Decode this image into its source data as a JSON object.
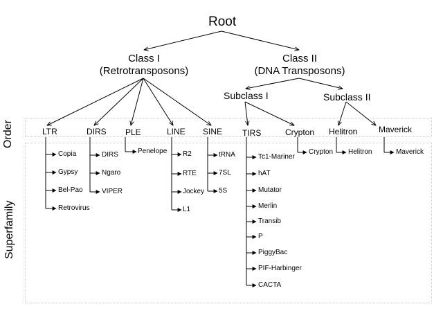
{
  "root": "Root",
  "classes": [
    {
      "line1": "Class I",
      "line2": "(Retrotransposons)"
    },
    {
      "line1": "Class II",
      "line2": "(DNA Transposons)"
    }
  ],
  "subclasses": [
    "Subclass I",
    "Subclass II"
  ],
  "side_labels": {
    "order": "Order",
    "superfamily": "Superfamily"
  },
  "orders": [
    "LTR",
    "DIRS",
    "PLE",
    "LINE",
    "SINE",
    "TIRS",
    "Crypton",
    "Helitron",
    "Maverick"
  ],
  "superfamilies": {
    "ltr": [
      "Copia",
      "Gypsy",
      "Bel-Pao",
      "Retrovirus"
    ],
    "dirs": [
      "DIRS",
      "Ngaro",
      "VIPER"
    ],
    "ple": [
      "Penelope"
    ],
    "line": [
      "R2",
      "RTE",
      "Jockey",
      "L1"
    ],
    "sine": [
      "tRNA",
      "7SL",
      "5S"
    ],
    "tirs": [
      "Tc1-Mariner",
      "hAT",
      "Mutator",
      "Merlin",
      "Transib",
      "P",
      "PiggyBac",
      "PIF-Harbinger",
      "CACTA"
    ],
    "crypton": [
      "Crypton"
    ],
    "helitron": [
      "Helitron"
    ],
    "maverick": [
      "Maverick"
    ]
  }
}
